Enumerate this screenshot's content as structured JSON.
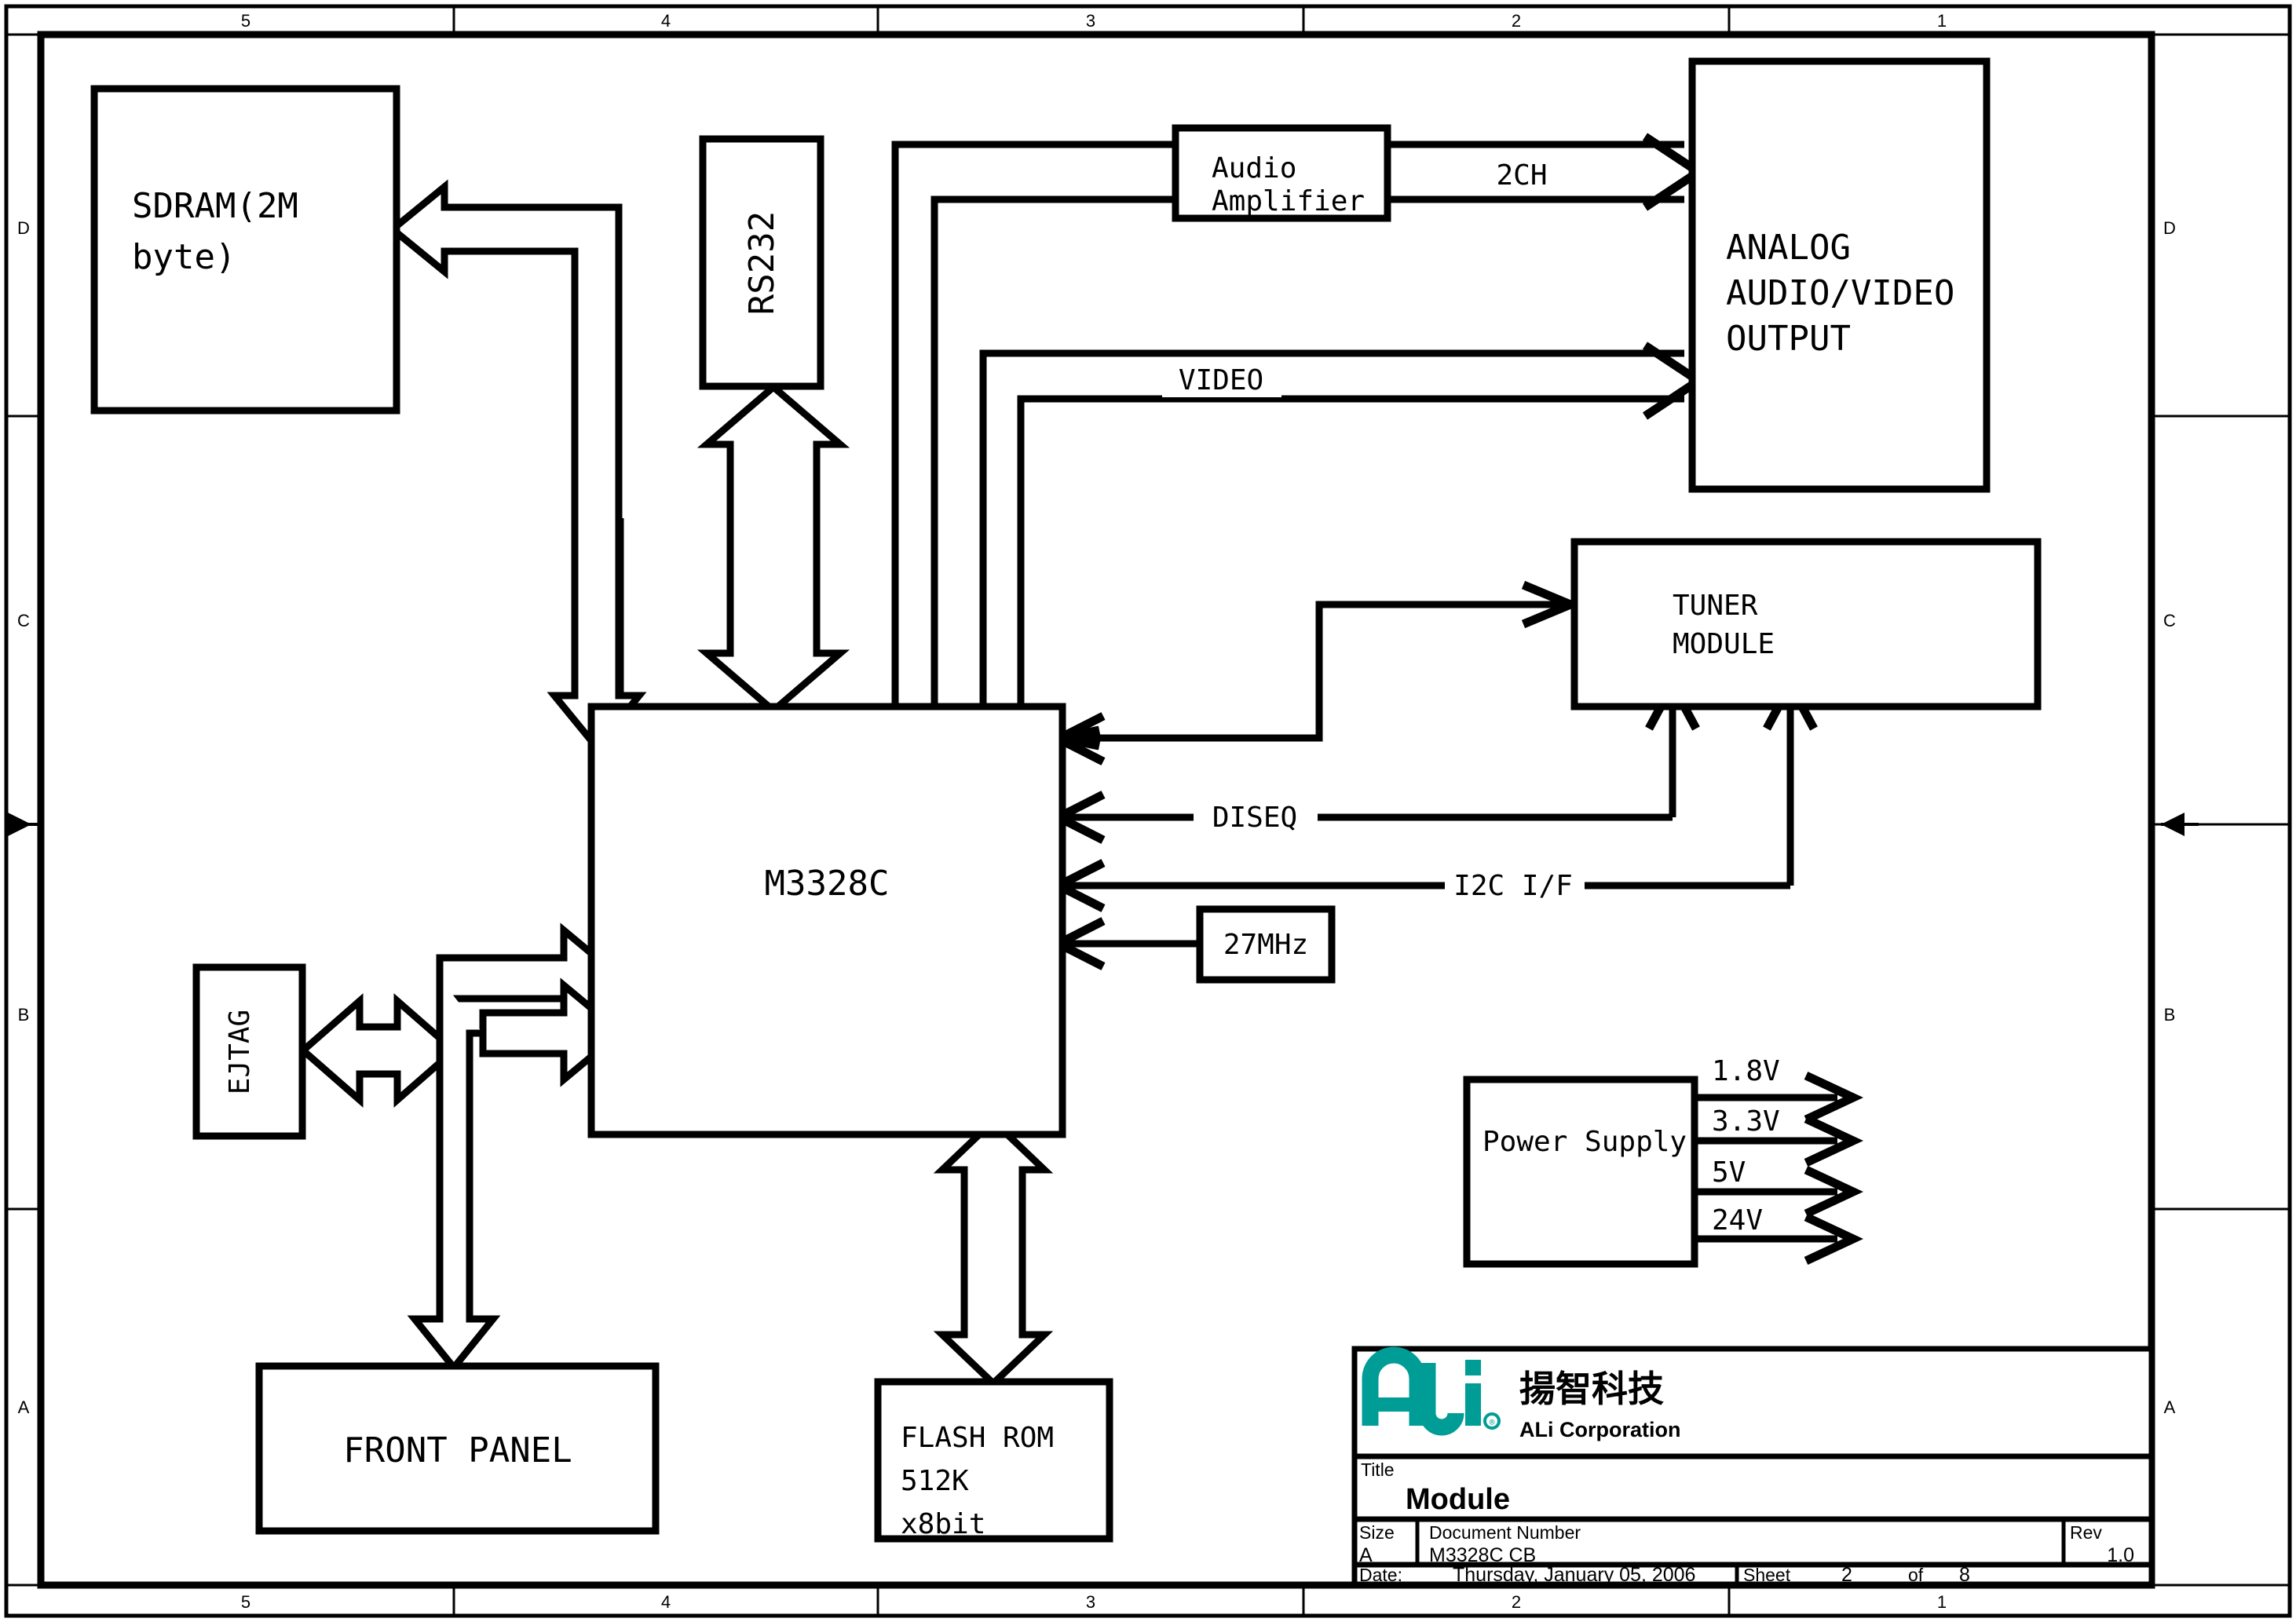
{
  "sheet": {
    "border_zones_horizontal": [
      "5",
      "4",
      "3",
      "2",
      "1"
    ],
    "border_zones_vertical": [
      "D",
      "C",
      "B",
      "A"
    ]
  },
  "blocks": {
    "sdram": {
      "label_line1": "SDRAM(2M",
      "label_line2": "byte)"
    },
    "rs232": {
      "label": "RS232"
    },
    "audio_amplifier": {
      "label_line1": "Audio",
      "label_line2": "Amplifier"
    },
    "analog_av_output": {
      "label_line1": "ANALOG",
      "label_line2": "AUDIO/VIDEO",
      "label_line3": "OUTPUT"
    },
    "tuner_module": {
      "label_line1": "TUNER",
      "label_line2": "MODULE"
    },
    "soc": {
      "label": "M3328C"
    },
    "clock": {
      "label": "27MHz"
    },
    "ejtag": {
      "label": "EJTAG"
    },
    "front_panel": {
      "label": "FRONT PANEL"
    },
    "flash_rom": {
      "label_line1": "FLASH ROM",
      "label_line2": "512K",
      "label_line3": "x8bit"
    },
    "power_supply": {
      "label": "Power Supply"
    }
  },
  "net_labels": {
    "two_channel": "2CH",
    "video": "VIDEO",
    "diseq": "DISEQ",
    "i2c": "I2C I/F"
  },
  "power_rails": [
    "1.8V",
    "3.3V",
    "5V",
    "24V"
  ],
  "title_block": {
    "logo_text": "ALi",
    "logo_color": "#009C96",
    "registered_mark": "®",
    "company_cjk": "揚智科技",
    "company_en": "ALi Corporation",
    "title_caption": "Title",
    "title_value": "Module",
    "size_caption": "Size",
    "size_value": "A",
    "docnum_caption": "Document Number",
    "docnum_value": "M3328C CB",
    "rev_caption": "Rev",
    "rev_value": "1.0",
    "date_caption": "Date:",
    "date_value": "Thursday, January 05, 2006",
    "sheet_caption": "Sheet",
    "sheet_number": "2",
    "sheet_of": "of",
    "sheet_total": "8"
  }
}
